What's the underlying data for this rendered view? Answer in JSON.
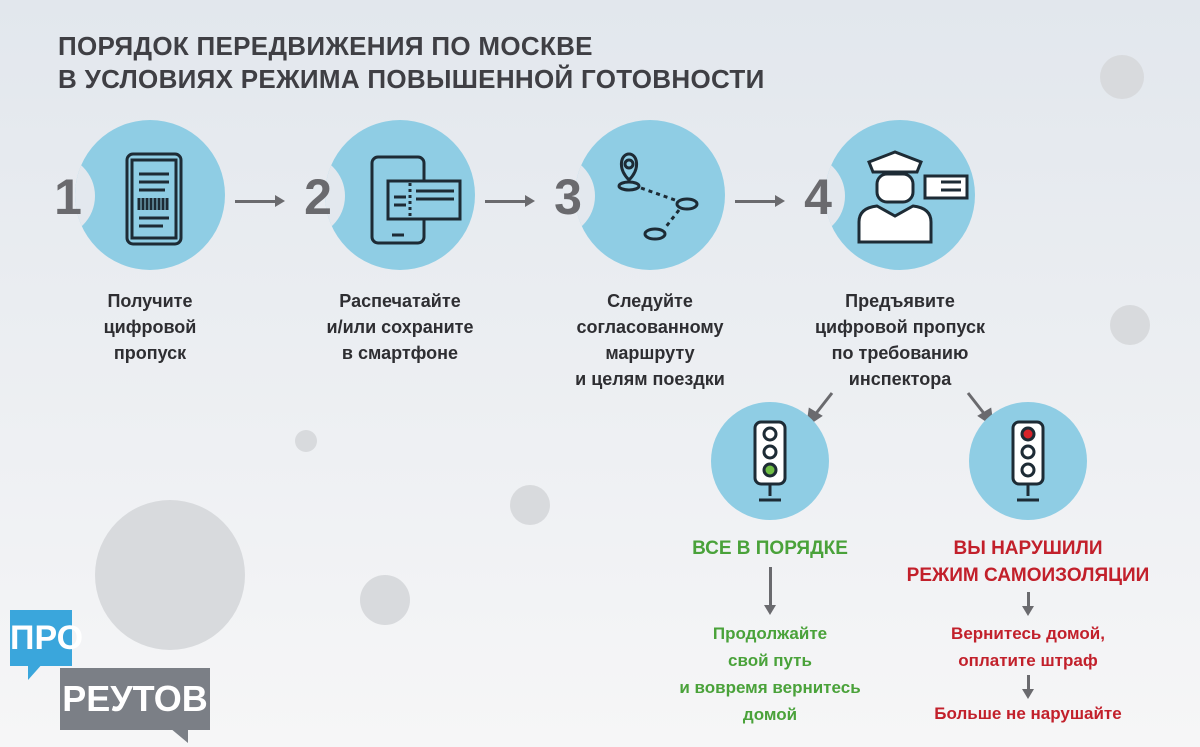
{
  "title": {
    "line1": "ПОРЯДОК ПЕРЕДВИЖЕНИЯ ПО МОСКВЕ",
    "line2": "В УСЛОВИЯХ РЕЖИМА ПОВЫШЕННОЙ ГОТОВНОСТИ"
  },
  "steps": [
    {
      "num": "1",
      "icon": "phone-pass-icon",
      "lines": [
        "Получите",
        "цифровой",
        "пропуск"
      ]
    },
    {
      "num": "2",
      "icon": "phone-ticket-icon",
      "lines": [
        "Распечатайте",
        "и/или сохраните",
        "в смартфоне"
      ]
    },
    {
      "num": "3",
      "icon": "route-pin-icon",
      "lines": [
        "Следуйте",
        "согласованному",
        "маршруту",
        "и целям поездки"
      ]
    },
    {
      "num": "4",
      "icon": "inspector-icon",
      "lines": [
        "Предъявите",
        "цифровой пропуск",
        "по требованию",
        "инспектора"
      ]
    }
  ],
  "outcomes": {
    "ok": {
      "title": "ВСЕ В ПОРЯДКЕ",
      "lines": [
        "Продолжайте",
        "свой путь",
        "и вовремя вернитесь",
        "домой"
      ],
      "color": "#4aa23a"
    },
    "bad": {
      "title1": "ВЫ НАРУШИЛИ",
      "title2": "РЕЖИМ САМОИЗОЛЯЦИИ",
      "lines": [
        "Вернитесь домой,",
        "оплатите штраф"
      ],
      "final": "Больше не нарушайте",
      "color": "#c2202b"
    }
  },
  "watermark": {
    "top": "ПРО",
    "bottom": "РЕУТОВ"
  },
  "colors": {
    "circle": "#8fcde4",
    "watermark_blue": "#3aa6dc",
    "watermark_grey": "#7b7f86"
  }
}
